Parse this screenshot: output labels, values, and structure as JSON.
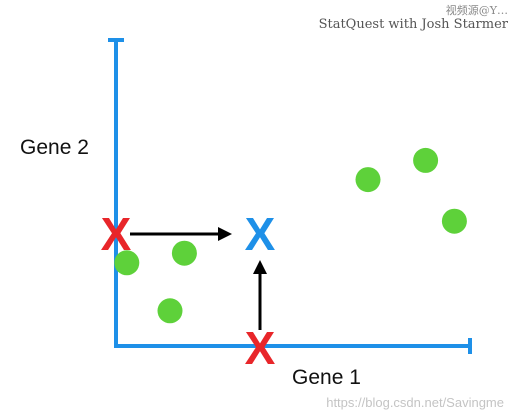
{
  "header": {
    "cut_text": "视频源@Y…",
    "credit": "StatQuest with Josh Starmer"
  },
  "axes": {
    "y_label": "Gene 2",
    "x_label": "Gene 1"
  },
  "markers": {
    "projection_symbol": "X",
    "center_symbol": "X"
  },
  "points": [
    {
      "gene1": 0.3,
      "gene2": 2.6
    },
    {
      "gene1": 1.9,
      "gene2": 2.9
    },
    {
      "gene1": 1.5,
      "gene2": 1.1
    },
    {
      "gene1": 7.0,
      "gene2": 5.2
    },
    {
      "gene1": 8.6,
      "gene2": 5.8
    },
    {
      "gene1": 9.4,
      "gene2": 3.9
    }
  ],
  "mean": {
    "gene1": 4.0,
    "gene2": 3.5
  },
  "colors": {
    "axis": "#1e90e8",
    "point": "#5ed13a",
    "projection": "#e8262a",
    "center": "#1e90e8",
    "arrow": "#000000"
  },
  "watermark": "https://blog.csdn.net/Savingme"
}
